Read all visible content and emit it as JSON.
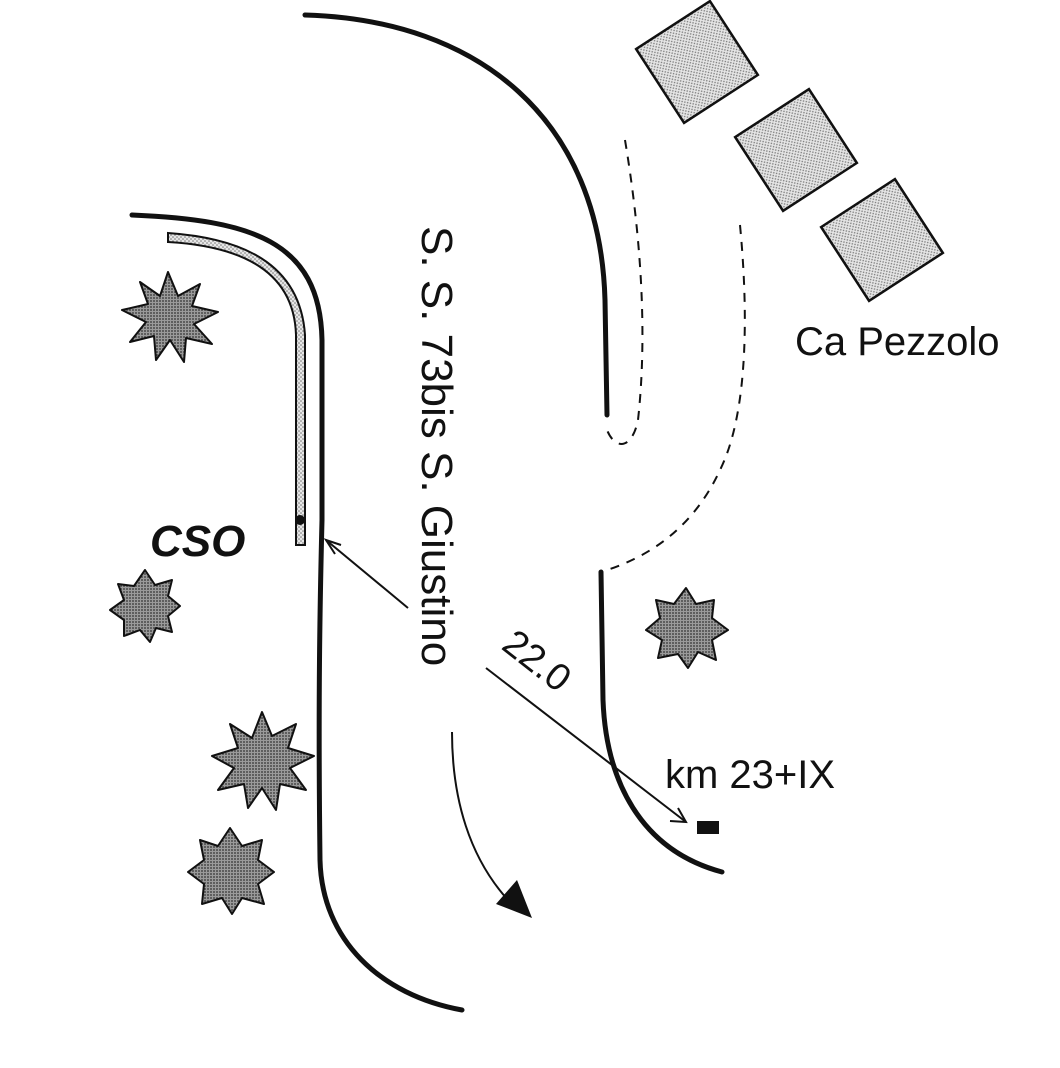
{
  "road_name": "S. S. 73bis  S. Giustino",
  "locality": "Ca  Pezzolo",
  "site_label": "CSO",
  "distance_label": "22.0",
  "km_marker": "km 23+IX"
}
